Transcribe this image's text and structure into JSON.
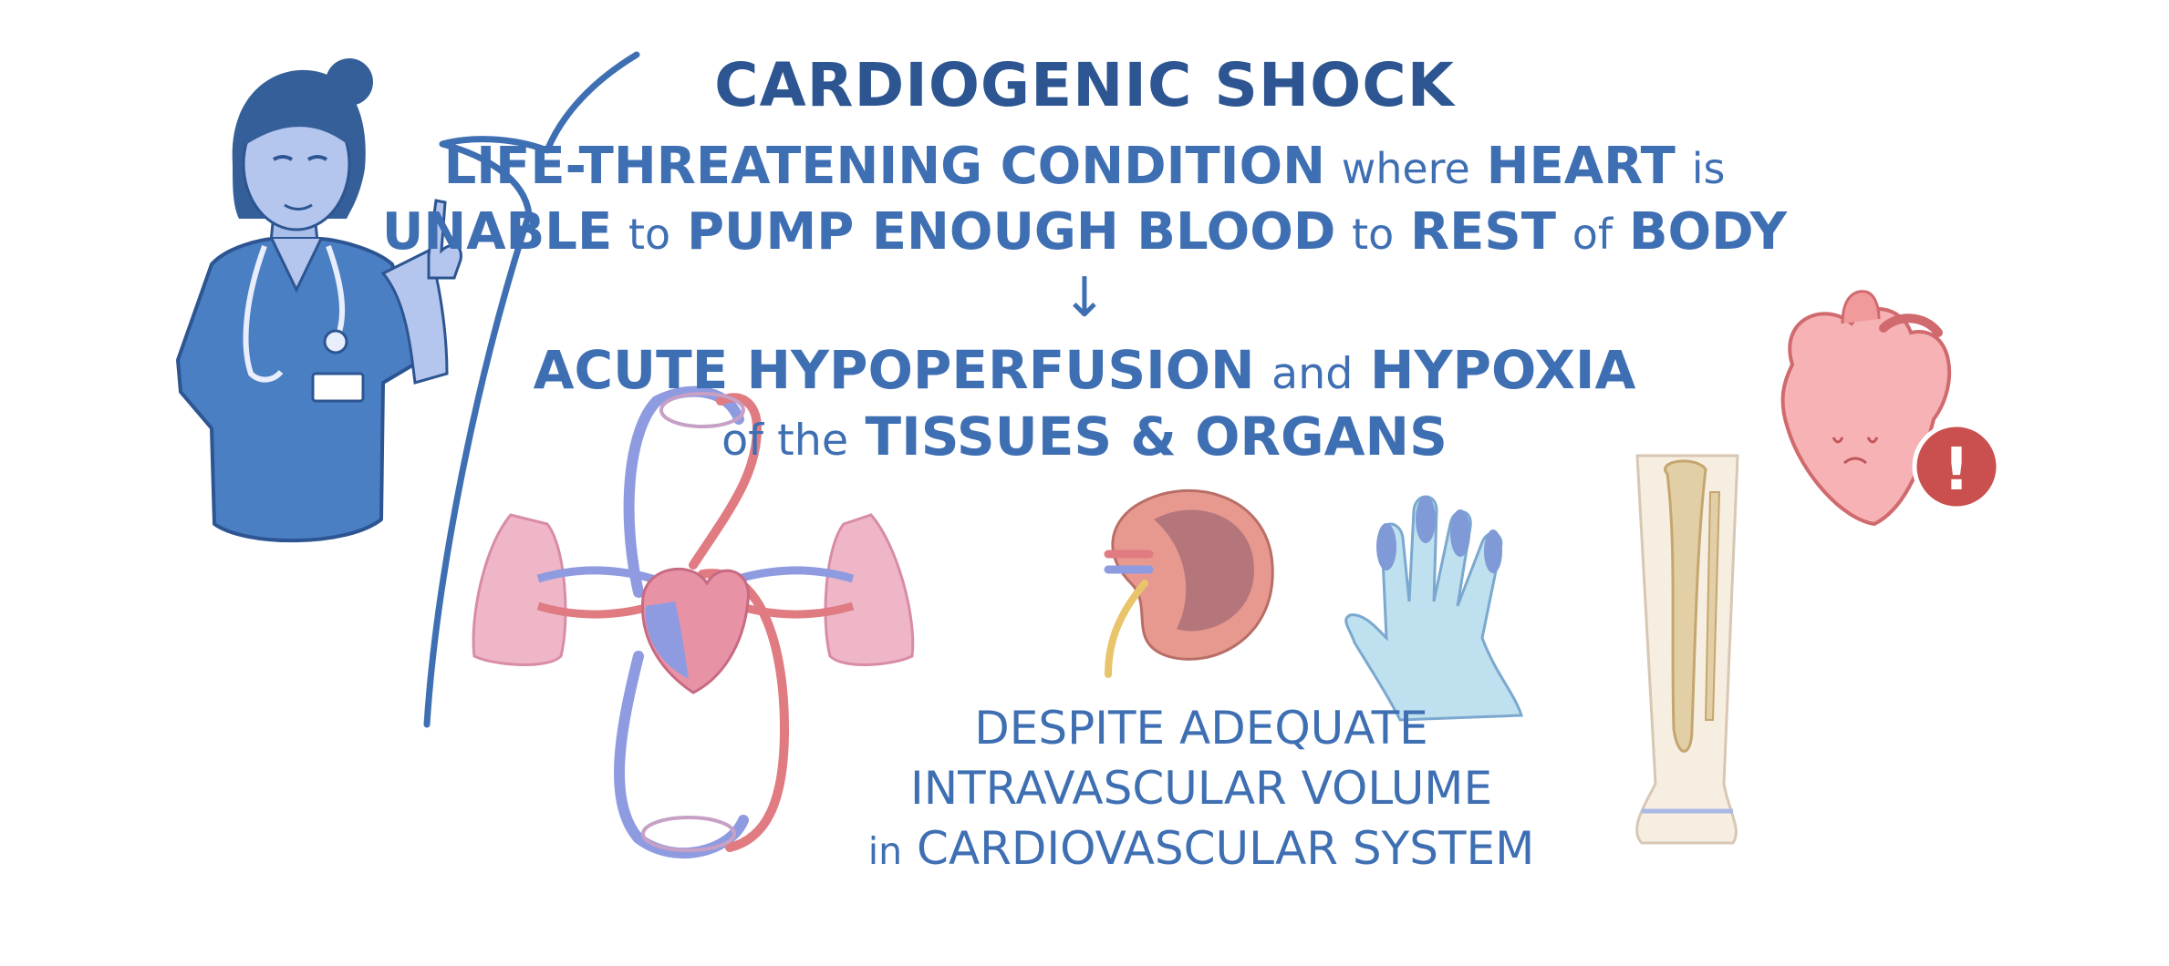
{
  "title": "CARDIOGENIC SHOCK",
  "definition": {
    "line1": {
      "a": "LIFE-THREATENING CONDITION",
      "b": "where",
      "c": "HEART",
      "d": "is"
    },
    "line2": {
      "a": "UNABLE",
      "b": "to",
      "c": "PUMP ENOUGH BLOOD",
      "d": "to",
      "e": "REST",
      "f": "of",
      "g": "BODY"
    }
  },
  "arrow": "↓",
  "result": {
    "line1": {
      "a": "ACUTE HYPOPERFUSION",
      "b": "and",
      "c": "HYPOXIA"
    },
    "line2": {
      "a": "of the",
      "b": "TISSUES & ORGANS"
    }
  },
  "note": {
    "line1": "DESPITE ADEQUATE",
    "line2": "INTRAVASCULAR VOLUME",
    "line3_a": "in",
    "line3_b": "CARDIOVASCULAR SYSTEM"
  },
  "alert_symbol": "!",
  "icons": [
    "nurse-illustration",
    "circulatory-system-illustration",
    "kidney-illustration",
    "cyanotic-hand-illustration",
    "leg-bone-illustration",
    "heart-alert-illustration"
  ],
  "colors": {
    "text": "#3f6fb3",
    "title": "#2c5591",
    "artery": "#e07b82",
    "vein": "#8f9be0",
    "alert": "#c9504f"
  }
}
